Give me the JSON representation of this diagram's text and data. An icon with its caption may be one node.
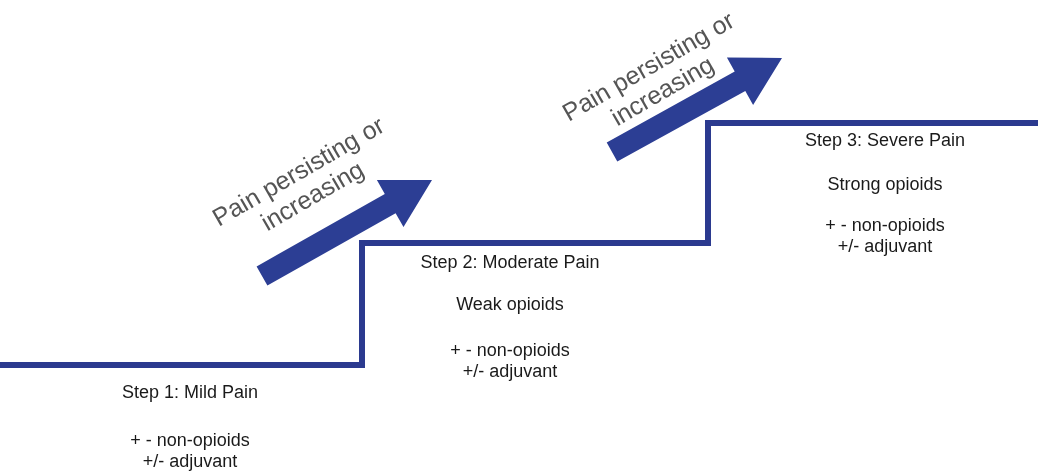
{
  "diagram": {
    "labels": [
      "Step 1: Mild Pain",
      "+ - non-opioids +/- adjuvant",
      "Pain persisting or increasing",
      "Step 2: Moderate Pain",
      "Weak opioids",
      "+ - non-opioids +/- adjuvant",
      "Pain persisting or increasing",
      "Step 3: Severe Pain",
      "Strong opioids",
      "+ - non-opioids +/- adjuvant"
    ]
  }
}
